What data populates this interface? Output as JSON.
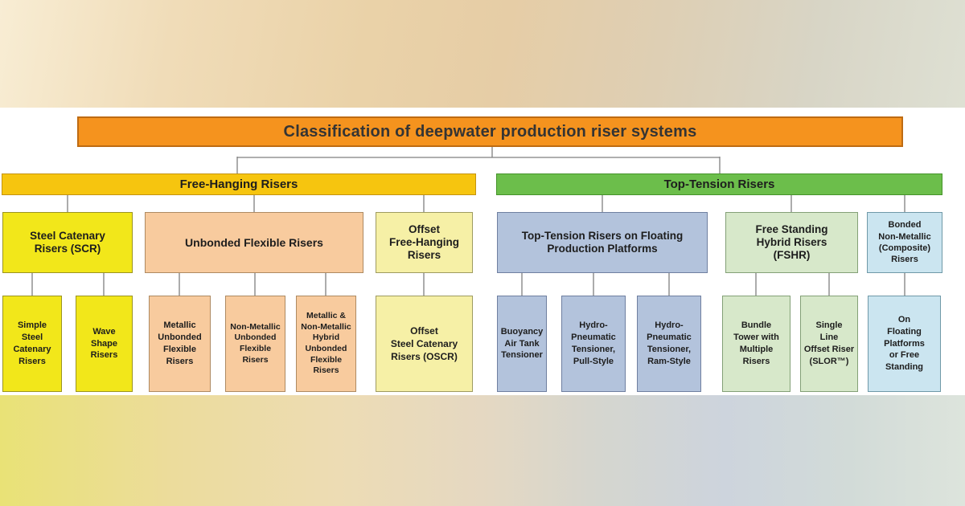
{
  "palette": {
    "title_orange": "#F5931E",
    "free_hanging_gold": "#F6C50F",
    "top_tension_green": "#6CBE4B",
    "scr_yellow": "#F2E71A",
    "flexible_peach": "#F8CB9E",
    "offset_pale_yellow": "#F6F0A6",
    "platform_blue_gray": "#B3C3DC",
    "fshr_pale_green": "#D7E8CA",
    "bonded_pale_blue": "#CBE5F0",
    "connector_gray": "#7F7F7F"
  },
  "diagram": {
    "title": "Classification of deepwater production riser systems",
    "branches": [
      {
        "label": "Free-Hanging Risers"
      },
      {
        "label": "Top-Tension Risers"
      }
    ],
    "groups": [
      {
        "label": "Steel Catenary\nRisers (SCR)"
      },
      {
        "label": "Unbonded Flexible Risers"
      },
      {
        "label": "Offset\nFree-Hanging\nRisers"
      },
      {
        "label": "Top-Tension Risers on Floating\nProduction Platforms"
      },
      {
        "label": "Free Standing\nHybrid Risers\n(FSHR)"
      },
      {
        "label": "Bonded\nNon-Metallic\n(Composite)\nRisers"
      }
    ],
    "leaves": [
      {
        "label": "Simple\nSteel\nCatenary\nRisers"
      },
      {
        "label": "Wave\nShape\nRisers"
      },
      {
        "label": "Metallic\nUnbonded\nFlexible\nRisers"
      },
      {
        "label": "Non-Metallic\nUnbonded\nFlexible\nRisers"
      },
      {
        "label": "Metallic &\nNon-Metallic\nHybrid\nUnbonded\nFlexible\nRisers"
      },
      {
        "label": "Offset\nSteel Catenary\nRisers (OSCR)"
      },
      {
        "label": "Buoyancy\nAir Tank\nTensioner"
      },
      {
        "label": "Hydro-\nPneumatic\nTensioner,\nPull-Style"
      },
      {
        "label": "Hydro-\nPneumatic\nTensioner,\nRam-Style"
      },
      {
        "label": "Bundle\nTower with\nMultiple\nRisers"
      },
      {
        "label": "Single\nLine\nOffset Riser\n(SLOR™)"
      },
      {
        "label": "On\nFloating\nPlatforms\nor Free\nStanding"
      }
    ]
  }
}
